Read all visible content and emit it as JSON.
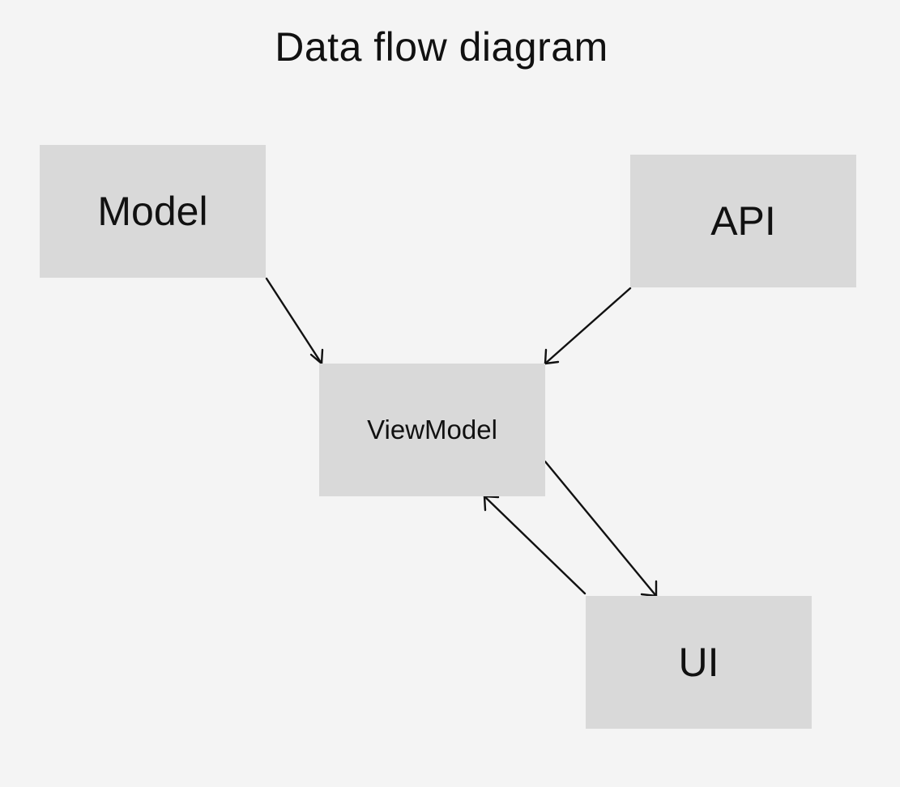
{
  "title": "Data flow diagram",
  "nodes": {
    "model": {
      "label": "Model"
    },
    "api": {
      "label": "API"
    },
    "viewmodel": {
      "label": "ViewModel"
    },
    "ui": {
      "label": "UI"
    }
  },
  "edges": [
    {
      "from": "Model",
      "to": "ViewModel"
    },
    {
      "from": "API",
      "to": "ViewModel"
    },
    {
      "from": "ViewModel",
      "to": "UI"
    },
    {
      "from": "UI",
      "to": "ViewModel"
    }
  ],
  "colors": {
    "background": "#f4f4f4",
    "node_fill": "#d9d9d9",
    "text": "#111111",
    "arrow": "#111111"
  }
}
